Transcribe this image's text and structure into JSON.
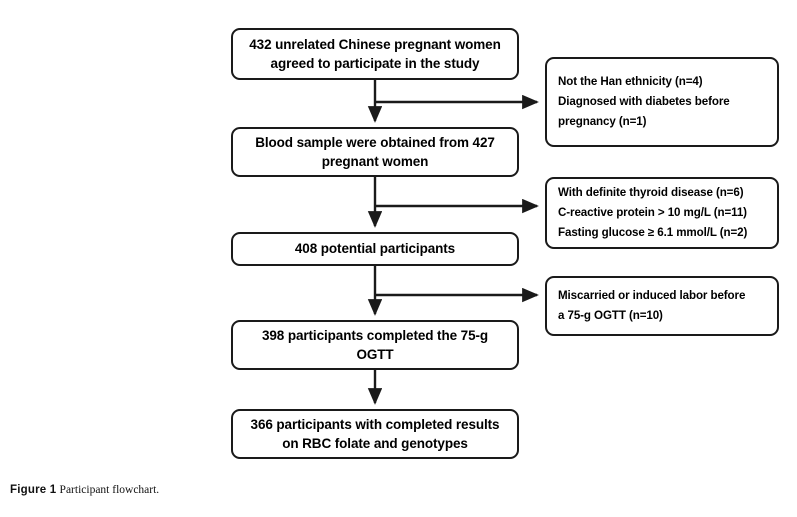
{
  "figure": {
    "caption_label": "Figure 1",
    "caption_text": "Participant flowchart.",
    "stroke_color": "#1a1a1a",
    "background_color": "#ffffff",
    "text_color": "#000000"
  },
  "flowchart": {
    "main_nodes": [
      {
        "id": "enrolled",
        "line1": "432 unrelated Chinese pregnant women",
        "line2": "agreed to participate in the study",
        "count": 432
      },
      {
        "id": "blood",
        "line1": "Blood sample were obtained from 427",
        "line2": "pregnant women",
        "count": 427
      },
      {
        "id": "potential",
        "line1": "408 potential participants",
        "line2": "",
        "count": 408
      },
      {
        "id": "ogtt",
        "line1": "398 participants completed the 75-g",
        "line2": "OGTT",
        "count": 398
      },
      {
        "id": "final",
        "line1": "366 participants with completed results",
        "line2": "on RBC folate and genotypes",
        "count": 366
      }
    ],
    "exclusion_nodes": [
      {
        "id": "excl-1",
        "line1": "Not the Han ethnicity (n=4)",
        "line2": "Diagnosed with diabetes before",
        "line3": "pregnancy (n=1)"
      },
      {
        "id": "excl-2",
        "line1": "With definite thyroid disease (n=6)",
        "line2": "C-reactive protein > 10 mg/L (n=11)",
        "line3": "Fasting glucose ≥ 6.1 mmol/L (n=2)"
      },
      {
        "id": "excl-3",
        "line1": "Miscarried or induced labor before",
        "line2": "a 75-g OGTT (n=10)",
        "line3": ""
      }
    ]
  }
}
